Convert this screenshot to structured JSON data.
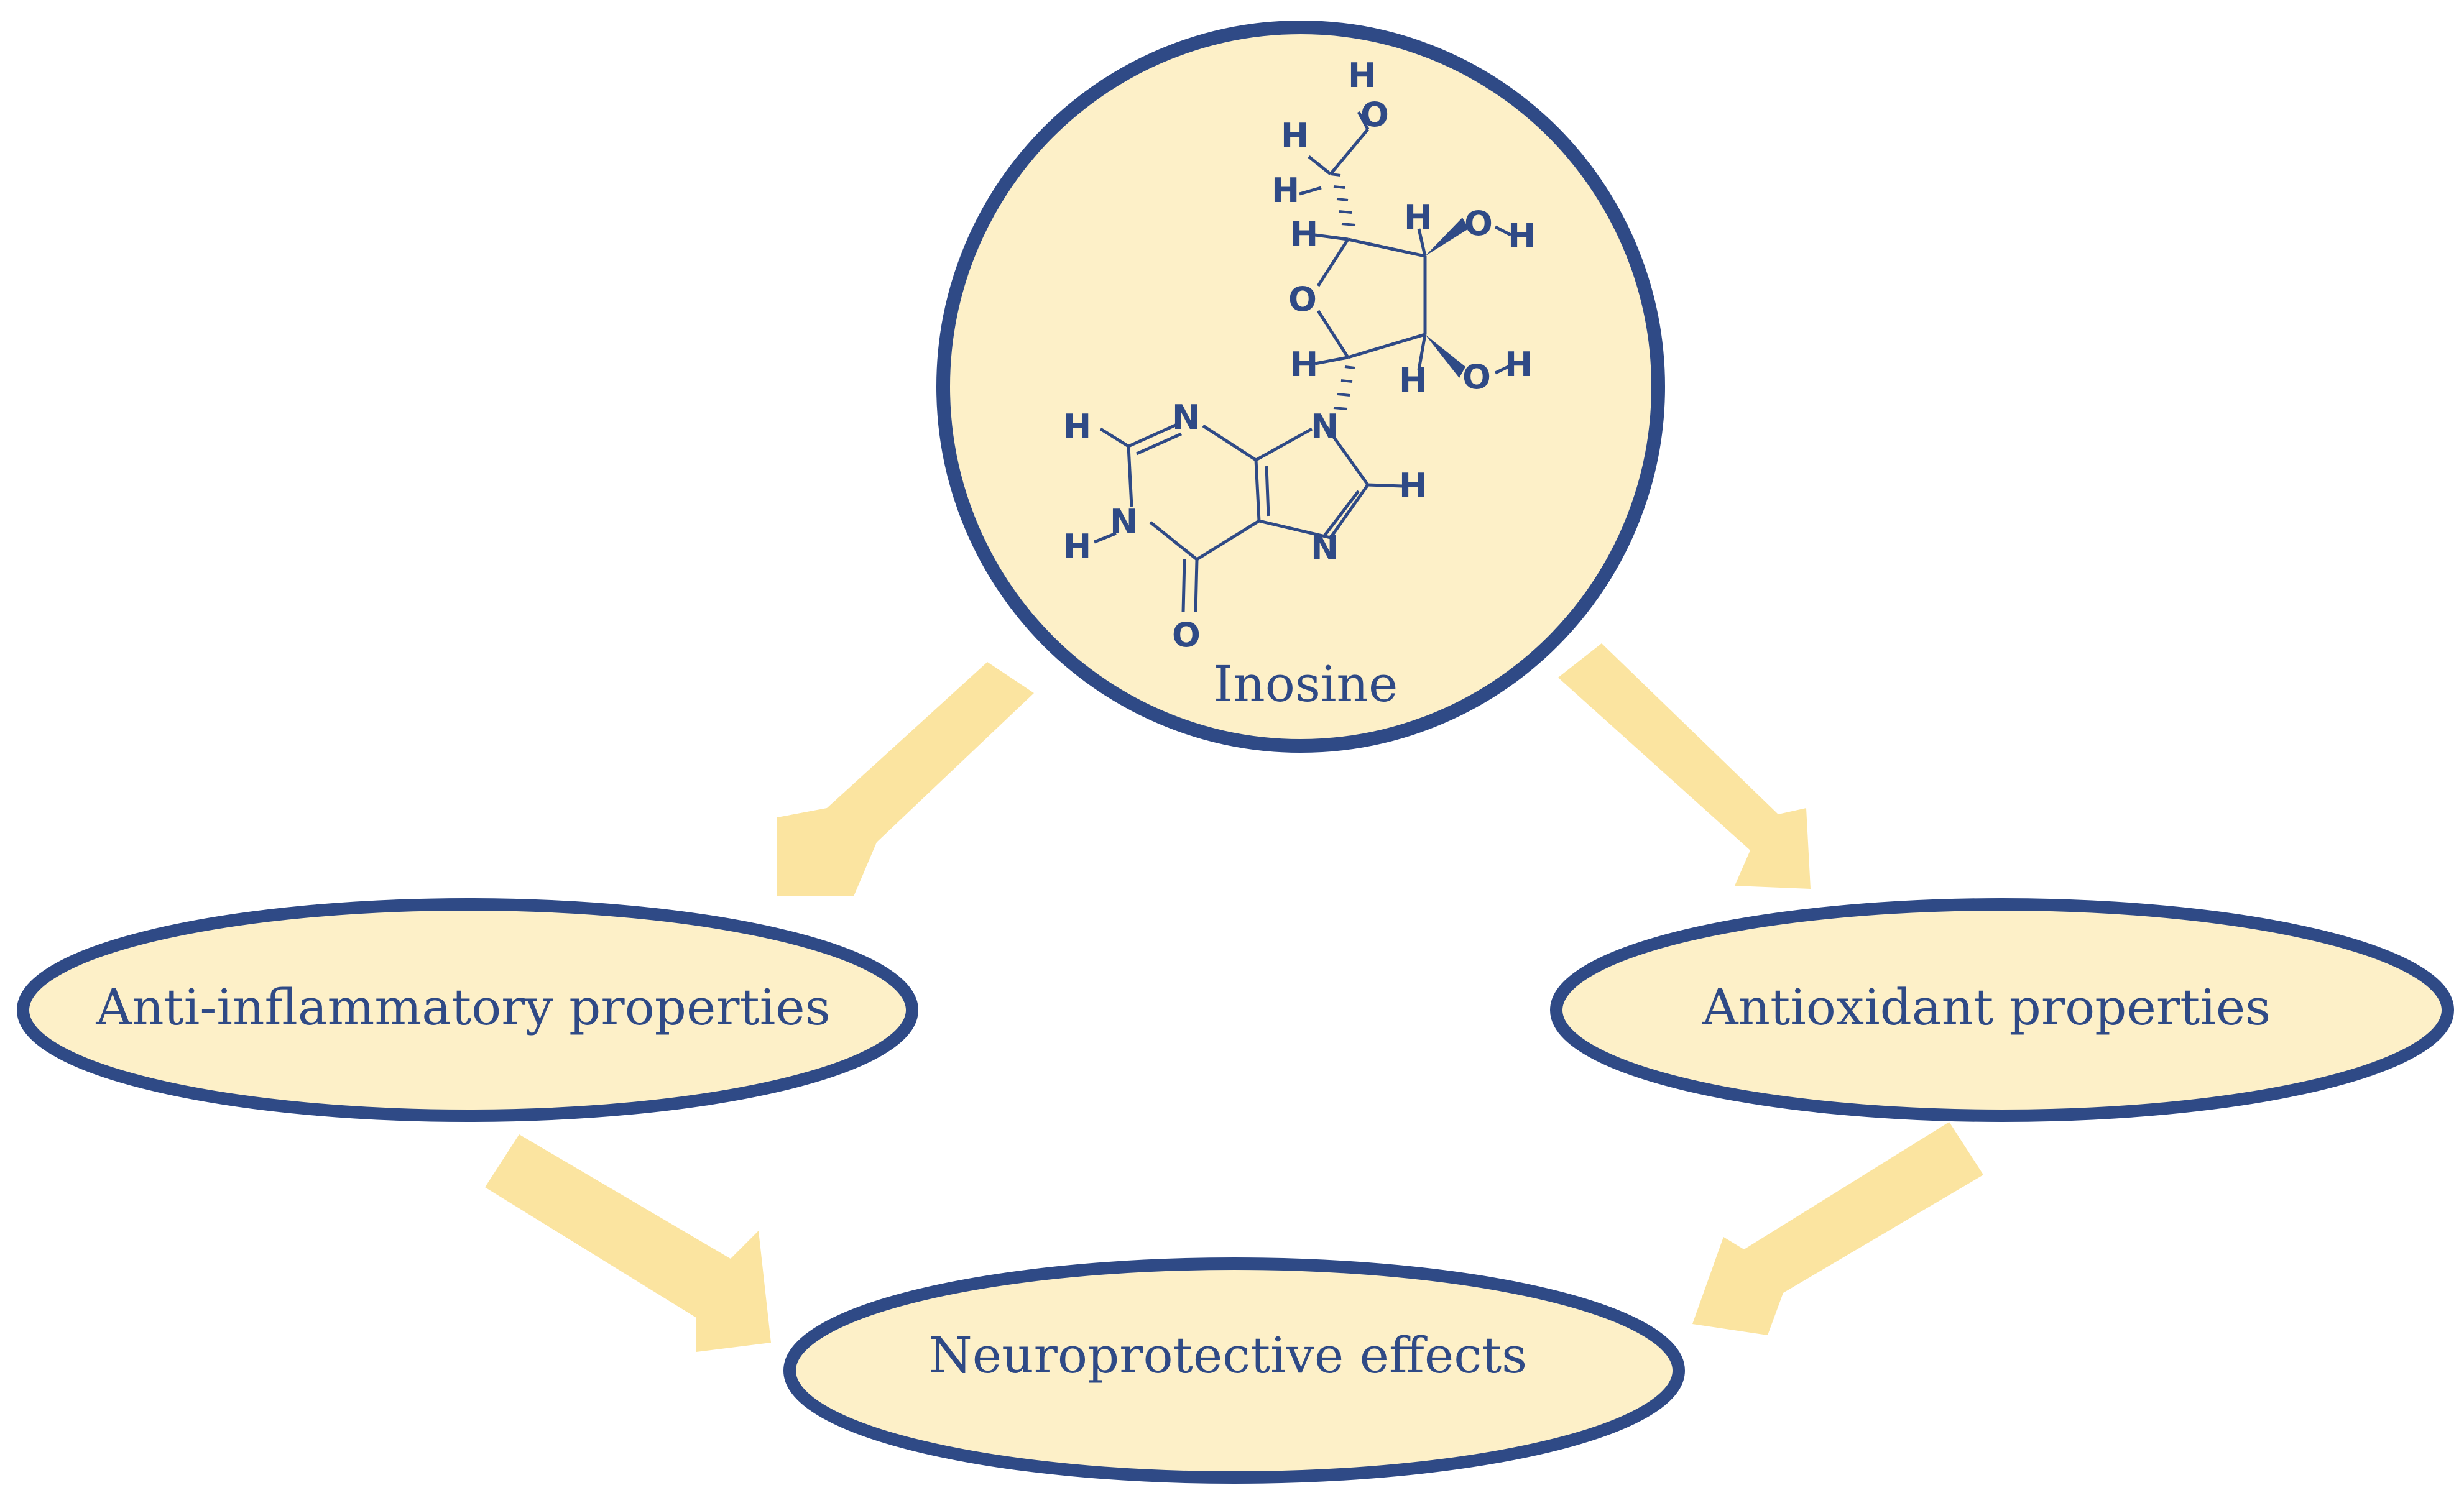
{
  "colors": {
    "outline": "#2f4a86",
    "fill": "#fdf0c8",
    "arrow": "#fbe4a0",
    "text": "#2f4a86"
  },
  "nodes": {
    "inosine": "Inosine",
    "anti_inflammatory": "Anti-inflammatory properties",
    "antioxidant": "Antioxidant properties",
    "neuroprotective": "Neuroprotective effects"
  },
  "molecule": {
    "atoms": {
      "H": "H",
      "O": "O",
      "N": "N"
    }
  }
}
